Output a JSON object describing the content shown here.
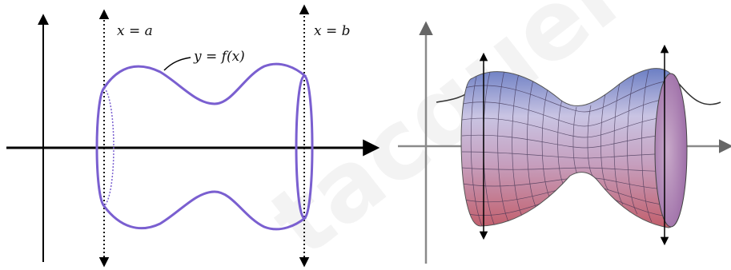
{
  "left_panel": {
    "label_a": "x = a",
    "label_b": "x = b",
    "curve_label": "y = f(x)"
  },
  "watermark_text": "tacquerdap",
  "colors": {
    "curve": "#7a5fd0",
    "axis": "#000000",
    "axis_gray": "#8a8a8a",
    "surface_light": "#d7c9ea",
    "surface_pink": "#c88ba8",
    "surface_blue": "#6f86c9"
  }
}
